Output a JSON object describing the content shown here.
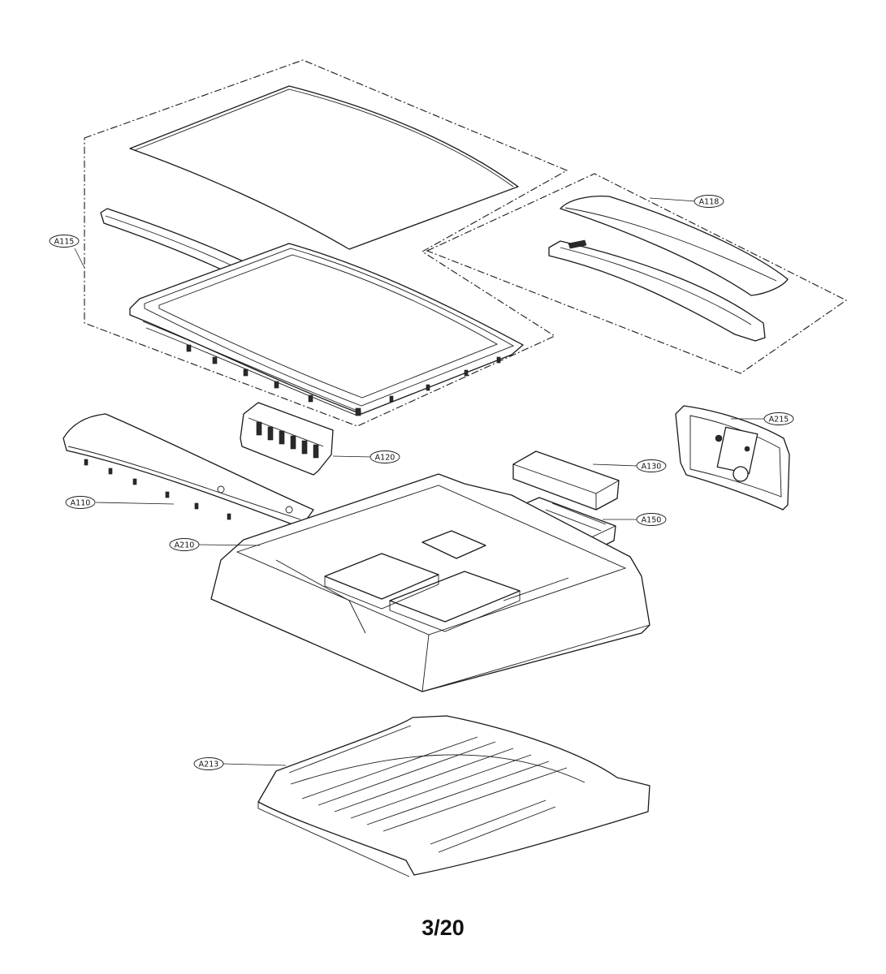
{
  "callouts": {
    "a115": "A115",
    "a118": "A118",
    "a215": "A215",
    "a120": "A120",
    "a130": "A130",
    "a110": "A110",
    "a150": "A150",
    "a210": "A210",
    "a213": "A213"
  },
  "page_number": "3/20"
}
